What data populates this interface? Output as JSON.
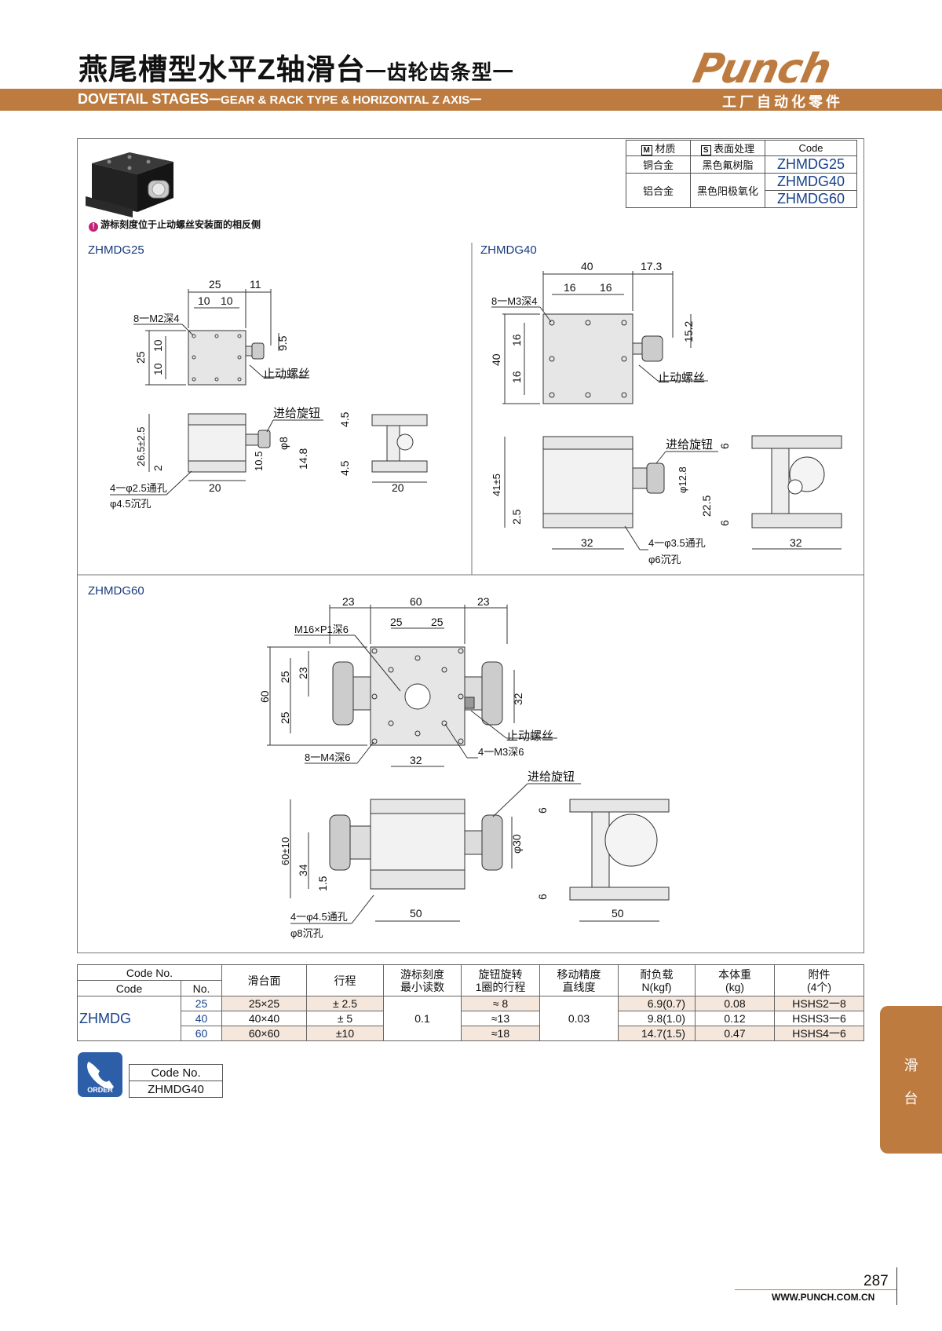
{
  "header": {
    "title_cn": "燕尾槽型水平Z轴滑台",
    "title_cn_sub": "一齿轮齿条型一",
    "title_en": "DOVETAIL STAGES",
    "title_en_sub": "一GEAR & RACK TYPE & HORIZONTAL Z AXIS一",
    "logo": "Punch",
    "logo_sub": "工厂自动化零件"
  },
  "note": "游标刻度位于止动螺丝安装面的相反侧",
  "material_table": {
    "h_material": "材质",
    "h_surface": "表面处理",
    "h_code": "Code",
    "m_icon": "M",
    "s_icon": "S",
    "rows": [
      {
        "material": "铜合金",
        "surface": "黑色氟树脂",
        "code": "ZHMDG25"
      },
      {
        "material": "铝合金",
        "surface": "黑色阳极氧化",
        "code": "ZHMDG40"
      },
      {
        "code": "ZHMDG60"
      }
    ]
  },
  "drawings": {
    "d25": {
      "label": "ZHMDG25",
      "top_dims": [
        "25",
        "11",
        "10",
        "10"
      ],
      "tap": "8一M2深4",
      "side_dims": [
        "25",
        "10",
        "10",
        "9.5"
      ],
      "stop": "止动螺丝",
      "feed": "进给旋钮",
      "front_dims": [
        "26.5±2.5",
        "2",
        "10.5",
        "φ8",
        "14.8",
        "4.5",
        "4.5",
        "20",
        "20"
      ],
      "holes": "4一φ2.5通孔",
      "csink": "φ4.5沉孔"
    },
    "d40": {
      "label": "ZHMDG40",
      "top_dims": [
        "40",
        "17.3",
        "16",
        "16"
      ],
      "tap": "8一M3深4",
      "side_dims": [
        "40",
        "16",
        "16",
        "15.2"
      ],
      "stop": "止动螺丝",
      "feed": "进给旋钮",
      "front_dims": [
        "41±5",
        "2.5",
        "φ12.8",
        "22.5",
        "6",
        "6",
        "32",
        "32"
      ],
      "holes": "4一φ3.5通孔",
      "csink": "φ6沉孔"
    },
    "d60": {
      "label": "ZHMDG60",
      "top_dims": [
        "23",
        "60",
        "23",
        "25",
        "25"
      ],
      "tap": "M16×P1深6",
      "side_dims": [
        "60",
        "25",
        "25",
        "23",
        "32"
      ],
      "stop": "止动螺丝",
      "bottom_dim": "32",
      "tap2": "8一M4深6",
      "tap3": "4一M3深6",
      "feed": "进给旋钮",
      "front_dims": [
        "60±10",
        "34",
        "1.5",
        "φ30",
        "6",
        "6",
        "50",
        "50"
      ],
      "holes": "4一φ4.5通孔",
      "csink": "φ8沉孔"
    }
  },
  "spec_table": {
    "h_codeno": "Code No.",
    "h_code": "Code",
    "h_no": "No.",
    "h_face": "滑台面",
    "h_stroke": "行程",
    "h_vernier1": "游标刻度",
    "h_vernier2": "最小读数",
    "h_turn1": "旋钮旋转",
    "h_turn2": "1圈的行程",
    "h_acc1": "移动精度",
    "h_acc2": "直线度",
    "h_load1": "耐负载",
    "h_load2": "N(kgf)",
    "h_wt1": "本体重",
    "h_wt2": "(kg)",
    "h_acc_1": "附件",
    "h_acc_2": "(4个)",
    "code": "ZHMDG",
    "vernier": "0.1",
    "accuracy": "0.03",
    "rows": [
      {
        "no": "25",
        "face": "25×25",
        "stroke": "± 2.5",
        "turn": "≈ 8",
        "load": "6.9(0.7)",
        "weight": "0.08",
        "acc": "HSHS2一8"
      },
      {
        "no": "40",
        "face": "40×40",
        "stroke": "± 5",
        "turn": "≈13",
        "load": "9.8(1.0)",
        "weight": "0.12",
        "acc": "HSHS3一6"
      },
      {
        "no": "60",
        "face": "60×60",
        "stroke": "±10",
        "turn": "≈18",
        "load": "14.7(1.5)",
        "weight": "0.47",
        "acc": "HSHS4一6"
      }
    ]
  },
  "order": {
    "icon_label": "ORDER",
    "h": "Code No.",
    "example": "ZHMDG40"
  },
  "side_tab": {
    "c1": "滑",
    "c2": "台"
  },
  "footer": {
    "page": "287",
    "url": "WWW.PUNCH.COM.CN"
  }
}
